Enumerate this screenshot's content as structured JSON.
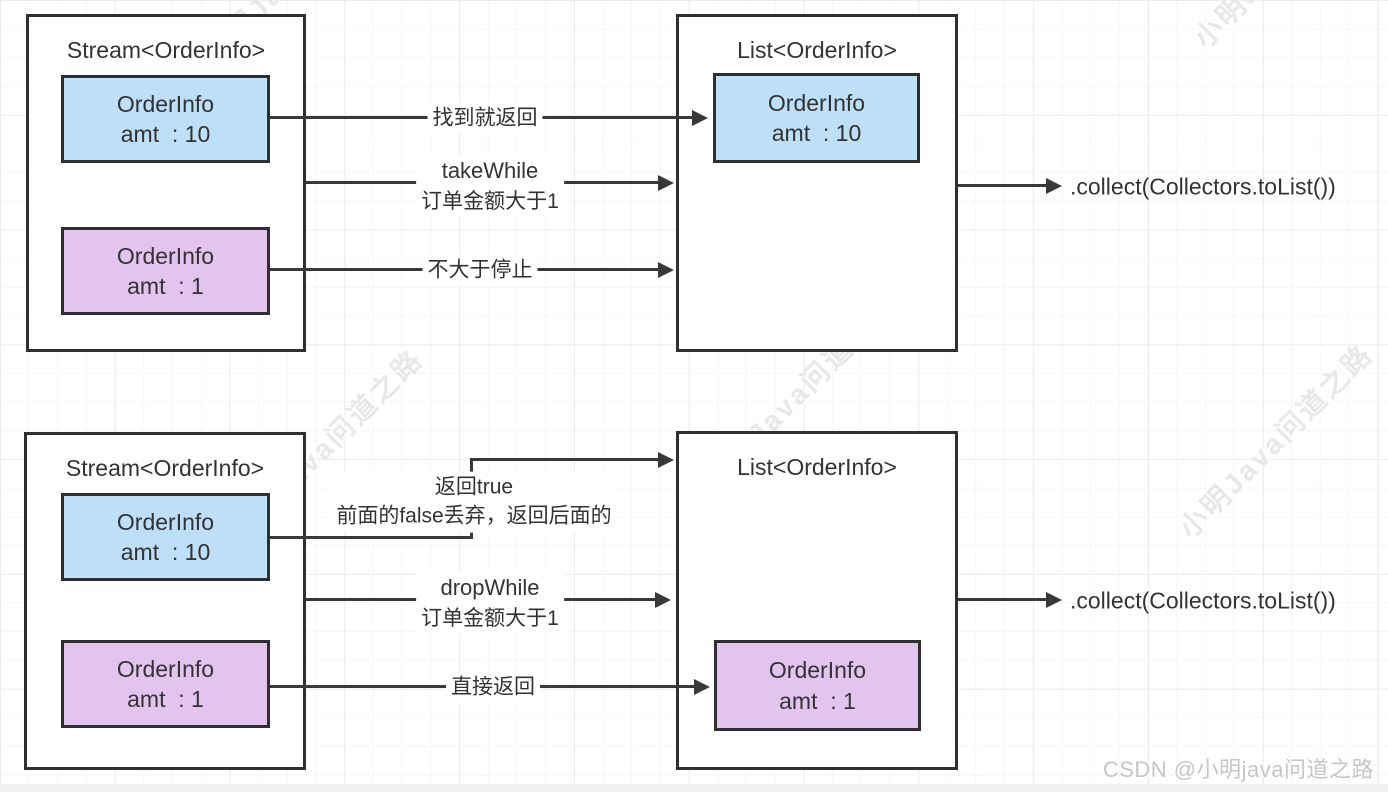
{
  "watermark": {
    "tile_text": "小明Java问道之路",
    "credit_text": "CSDN @小明java问道之路"
  },
  "colors": {
    "node_fill_blue": "#BDDFF7",
    "node_fill_purple": "#E3C4EF",
    "line_color": "#383838",
    "text_color": "#333333"
  },
  "diagrams": [
    {
      "name": "takeWhile",
      "stream": {
        "title": "Stream<OrderInfo>",
        "items": [
          {
            "line1": "OrderInfo",
            "line2": "amt  : 10",
            "fill": "blue"
          },
          {
            "line1": "OrderInfo",
            "line2": "amt  : 1",
            "fill": "purple"
          }
        ]
      },
      "list": {
        "title": "List<OrderInfo>",
        "items": [
          {
            "line1": "OrderInfo",
            "line2": "amt  : 10",
            "fill": "blue"
          }
        ]
      },
      "arrows": [
        {
          "label": "找到就返回"
        },
        {
          "line1": "takeWhile",
          "line2": "订单金额大于1"
        },
        {
          "label": "不大于停止"
        }
      ],
      "collect_label": ".collect(Collectors.toList())"
    },
    {
      "name": "dropWhile",
      "stream": {
        "title": "Stream<OrderInfo>",
        "items": [
          {
            "line1": "OrderInfo",
            "line2": "amt  : 10",
            "fill": "blue"
          },
          {
            "line1": "OrderInfo",
            "line2": "amt  : 1",
            "fill": "purple"
          }
        ]
      },
      "list": {
        "title": "List<OrderInfo>",
        "items": [
          {
            "line1": "OrderInfo",
            "line2": "amt  : 1",
            "fill": "purple"
          }
        ]
      },
      "arrows": [
        {
          "line1": "返回true",
          "line2": "前面的false丢弃，返回后面的"
        },
        {
          "line1": "dropWhile",
          "line2": "订单金额大于1"
        },
        {
          "label": "直接返回"
        }
      ],
      "collect_label": ".collect(Collectors.toList())"
    }
  ]
}
